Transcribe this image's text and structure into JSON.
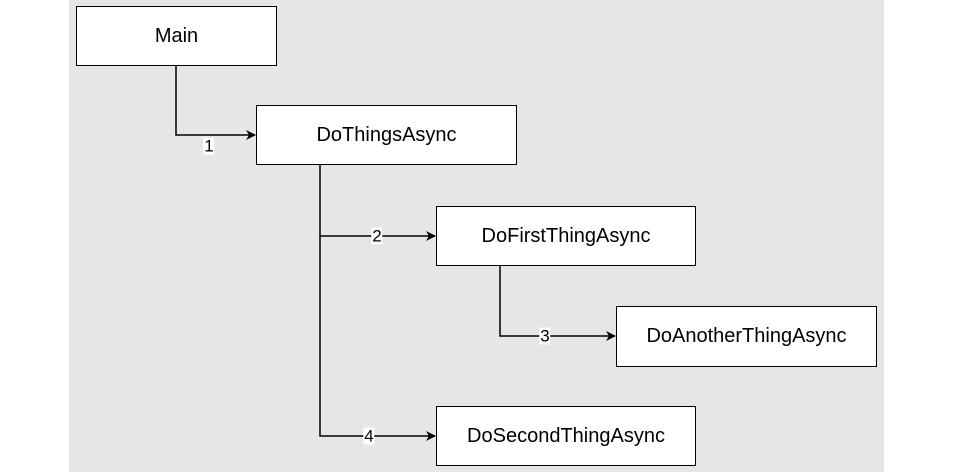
{
  "nodes": {
    "main": "Main",
    "do_things_async": "DoThingsAsync",
    "do_first_thing_async": "DoFirstThingAsync",
    "do_another_thing_async": "DoAnotherThingAsync",
    "do_second_thing_async": "DoSecondThingAsync"
  },
  "edges": [
    {
      "from": "Main",
      "to": "DoThingsAsync",
      "label": "1"
    },
    {
      "from": "DoThingsAsync",
      "to": "DoFirstThingAsync",
      "label": "2"
    },
    {
      "from": "DoFirstThingAsync",
      "to": "DoAnotherThingAsync",
      "label": "3"
    },
    {
      "from": "DoThingsAsync",
      "to": "DoSecondThingAsync",
      "label": "4"
    }
  ],
  "colors": {
    "canvas_background": "#e6e6e6",
    "node_fill": "#ffffff",
    "stroke": "#000000"
  }
}
